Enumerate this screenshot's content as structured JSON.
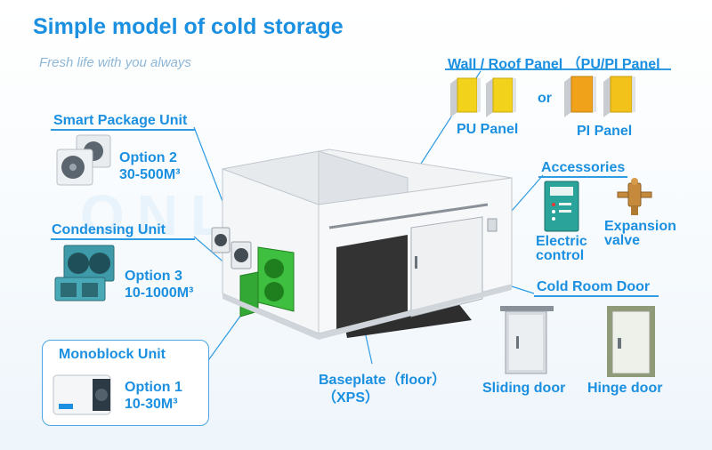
{
  "title": "Simple model of cold storage",
  "subtitle": "Fresh life with you always",
  "watermark": "ONLY KEY",
  "labels": {
    "smart_package_unit": "Smart Package Unit",
    "smart_option": "Option 2",
    "smart_range": "30-500M³",
    "condensing_unit": "Condensing Unit",
    "condensing_option": "Option 3",
    "condensing_range": "10-1000M³",
    "monoblock_unit": "Monoblock Unit",
    "monoblock_option": "Option 1",
    "monoblock_range": "10-30M³",
    "wall_roof_panel": "Wall / Roof Panel （PU/PI Panel",
    "pu_panel": "PU Panel",
    "or": "or",
    "pi_panel": "PI Panel",
    "accessories": "Accessories",
    "electric": "Electric",
    "control": "control",
    "expansion": "Expansion",
    "valve": "valve",
    "cold_room_door": "Cold Room Door",
    "baseplate": "Baseplate（floor）",
    "xps": "（XPS）",
    "sliding_door": "Sliding door",
    "hinge_door": "Hinge door"
  },
  "colors": {
    "accent": "#1b8fe0",
    "panel_core": "#f2d21b",
    "unit_green": "#3fbf3f",
    "floor": "#2e2e2e"
  }
}
